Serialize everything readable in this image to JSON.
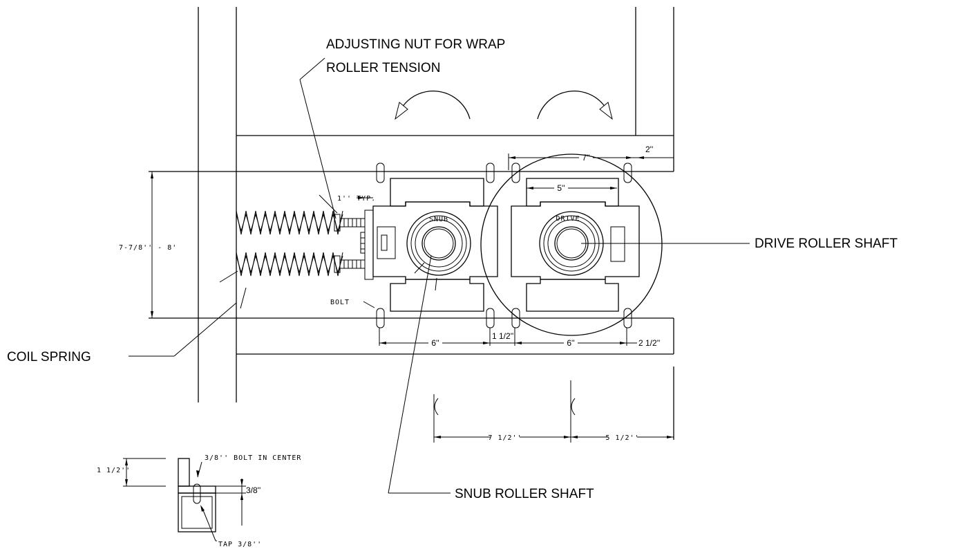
{
  "labels": {
    "adjusting_nut_line1": "ADJUSTING NUT FOR WRAP",
    "adjusting_nut_line2": "ROLLER TENSION",
    "drive_roller_shaft": "DRIVE ROLLER SHAFT",
    "coil_spring": "COIL SPRING",
    "snub_roller_shaft": "SNUB ROLLER SHAFT",
    "snub": "SNUB",
    "drive": "DRIVE",
    "bolt": "BOLT",
    "bolt_in_center": "3/8'' BOLT IN CENTER",
    "tap": "TAP 3/8''"
  },
  "dimensions": {
    "d_7in": "7''",
    "d_2in": "2''",
    "d_5in": "5''",
    "d_1in_typ": "1'' TYP.",
    "d_7_7_8_8": "7-7/8''  -  8'",
    "d_6in_left": "6''",
    "d_1_1_2_mid": "1 1/2''",
    "d_6in_right": "6''",
    "d_2_1_2": "2 1/2''",
    "d_7_1_2": "7 1/2''",
    "d_5_1_2": "5 1/2''",
    "d_1_1_2_detail": "1 1/2''",
    "d_3_8": "3/8''"
  }
}
